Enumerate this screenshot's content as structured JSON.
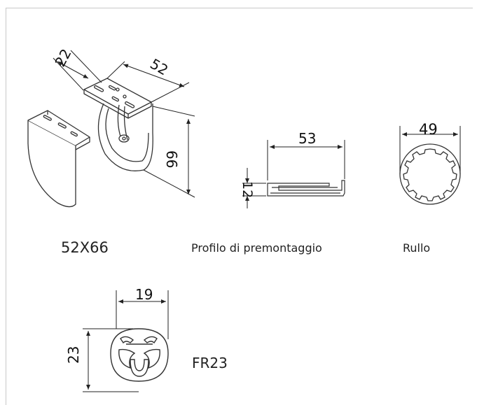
{
  "captions": {
    "bracket": "52X66",
    "profile": "Profilo di premontaggio",
    "roller": "Rullo",
    "fr23": "FR23"
  },
  "dimensions": {
    "bracket_depth": "22",
    "bracket_width": "52",
    "bracket_height": "66",
    "profile_width": "53",
    "profile_height": "12",
    "roller_diameter": "49",
    "fr23_width": "19",
    "fr23_height": "23"
  },
  "colors": {
    "line": "#333333",
    "border": "#c8c8c8"
  }
}
